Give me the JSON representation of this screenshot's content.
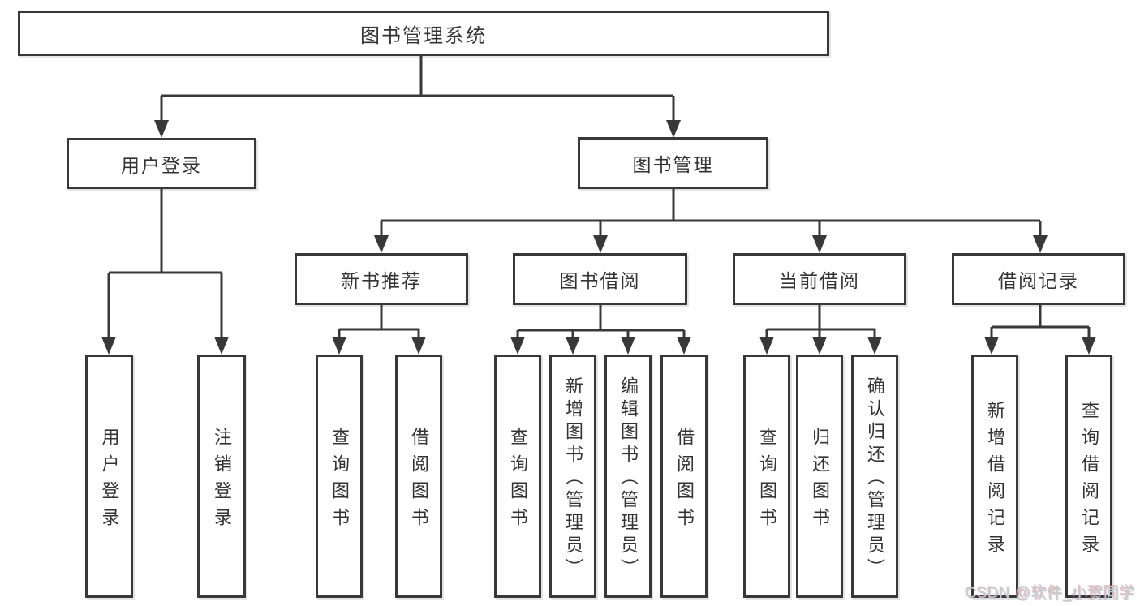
{
  "diagram": {
    "root": {
      "label": "图书管理系统"
    },
    "children": [
      {
        "label": "用户登录",
        "children": [
          {
            "label": "用户登录"
          },
          {
            "label": "注销登录"
          }
        ]
      },
      {
        "label": "图书管理",
        "children": [
          {
            "label": "新书推荐",
            "children": [
              {
                "label": "查询图书"
              },
              {
                "label": "借阅图书"
              }
            ]
          },
          {
            "label": "图书借阅",
            "children": [
              {
                "label": "查询图书"
              },
              {
                "label": "新增图书（管理员）"
              },
              {
                "label": "编辑图书（管理员）"
              },
              {
                "label": "借阅图书"
              }
            ]
          },
          {
            "label": "当前借阅",
            "children": [
              {
                "label": "查询图书"
              },
              {
                "label": "归还图书"
              },
              {
                "label": "确认归还（管理员）"
              }
            ]
          },
          {
            "label": "借阅记录",
            "children": [
              {
                "label": "新增借阅记录"
              },
              {
                "label": "查询借阅记录"
              }
            ]
          }
        ]
      }
    ]
  },
  "watermark": {
    "text": "CSDN @软件_小贺同学"
  },
  "colors": {
    "line": "#383838",
    "box_border": "#383838",
    "box_fill": "#ffffff",
    "text": "#333333",
    "background": "#ffffff",
    "watermark": "#c9c9c9"
  }
}
